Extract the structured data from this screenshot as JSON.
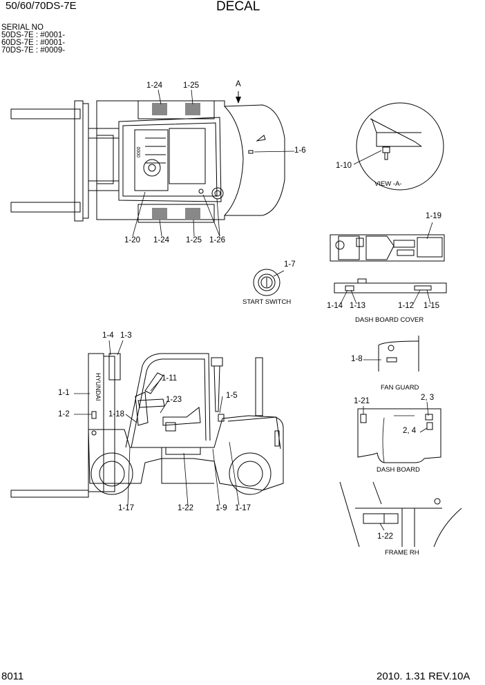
{
  "header": {
    "model": "50/60/70DS-7E",
    "title": "DECAL"
  },
  "serial": {
    "heading": "SERIAL NO",
    "lines": [
      "50DS-7E : #0001-",
      "60DS-7E : #0001-",
      "70DS-7E : #0009-"
    ]
  },
  "top_view": {
    "view_marker": "A",
    "callouts": {
      "c1_24_top": "1-24",
      "c1_25_top": "1-25",
      "c1_6": "1-6",
      "c1_20": "1-20",
      "c1_24_bot": "1-24",
      "c1_25_bot": "1-25",
      "c1_26": "1-26"
    }
  },
  "view_a": {
    "callout": "1-10",
    "caption": "VIEW  -A-"
  },
  "dash_upper": {
    "callout": "1-19"
  },
  "start_switch": {
    "callout": "1-7",
    "caption": "START SWITCH"
  },
  "dash_cover": {
    "callouts": {
      "c1_14": "1-14",
      "c1_13": "1-13",
      "c1_12": "1-12",
      "c1_15": "1-15"
    },
    "caption": "DASH BOARD COVER"
  },
  "side_view": {
    "brand": "HYUNDAI",
    "callouts": {
      "c1_4": "1-4",
      "c1_3": "1-3",
      "c1_11": "1-11",
      "c1_1": "1-1",
      "c1_5": "1-5",
      "c1_23": "1-23",
      "c1_2": "1-2",
      "c1_18": "1-18",
      "c1_17a": "1-17",
      "c1_22": "1-22",
      "c1_9": "1-9",
      "c1_17b": "1-17"
    }
  },
  "fan_guard": {
    "callout": "1-8",
    "caption": "FAN GUARD"
  },
  "dash_board": {
    "callouts": {
      "c1_21": "1-21",
      "c2_3": "2, 3",
      "c2_4": "2, 4"
    },
    "caption": "DASH BOARD"
  },
  "frame_rh": {
    "callout": "1-22",
    "caption": "FRAME RH"
  },
  "footer": {
    "page": "8011",
    "revision": "2010. 1.31  REV.10A"
  }
}
